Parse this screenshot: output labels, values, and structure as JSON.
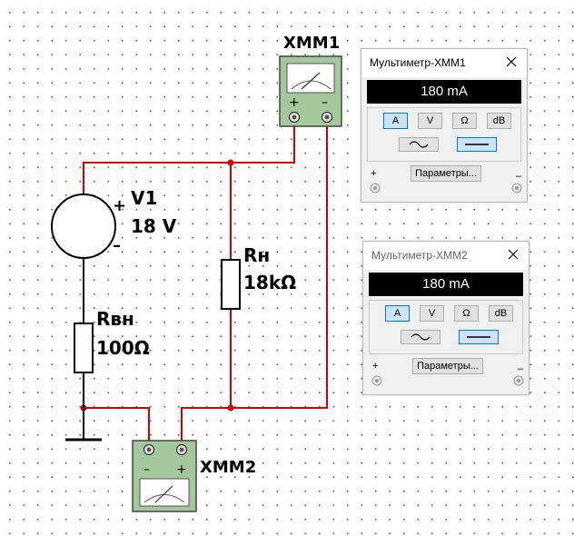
{
  "schematic": {
    "source": {
      "name": "V1",
      "value": "18 V",
      "plus": "+",
      "minus": "–"
    },
    "r_internal": {
      "name": "Rвн",
      "value": "100Ω"
    },
    "r_load": {
      "name": "Rн",
      "value": "18kΩ"
    },
    "xmm1": {
      "name": "XMM1",
      "plus": "+",
      "minus": "–"
    },
    "xmm2": {
      "name": "XMM2",
      "plus": "+",
      "minus": "–"
    },
    "wire_color": "#d40000"
  },
  "multimeters": [
    {
      "title": "Мультиметр-XMM1",
      "display": "180 mA",
      "buttons": [
        "A",
        "V",
        "Ω",
        "dB"
      ],
      "active_button": "A",
      "active_wave": "dc",
      "plus": "+",
      "minus": "–",
      "params_label": "Параметры..."
    },
    {
      "title": "Мультиметр-XMM2",
      "display": "180 mA",
      "buttons": [
        "A",
        "V",
        "Ω",
        "dB"
      ],
      "active_button": "A",
      "active_wave": "dc",
      "plus": "+",
      "minus": "–",
      "params_label": "Параметры..."
    }
  ]
}
